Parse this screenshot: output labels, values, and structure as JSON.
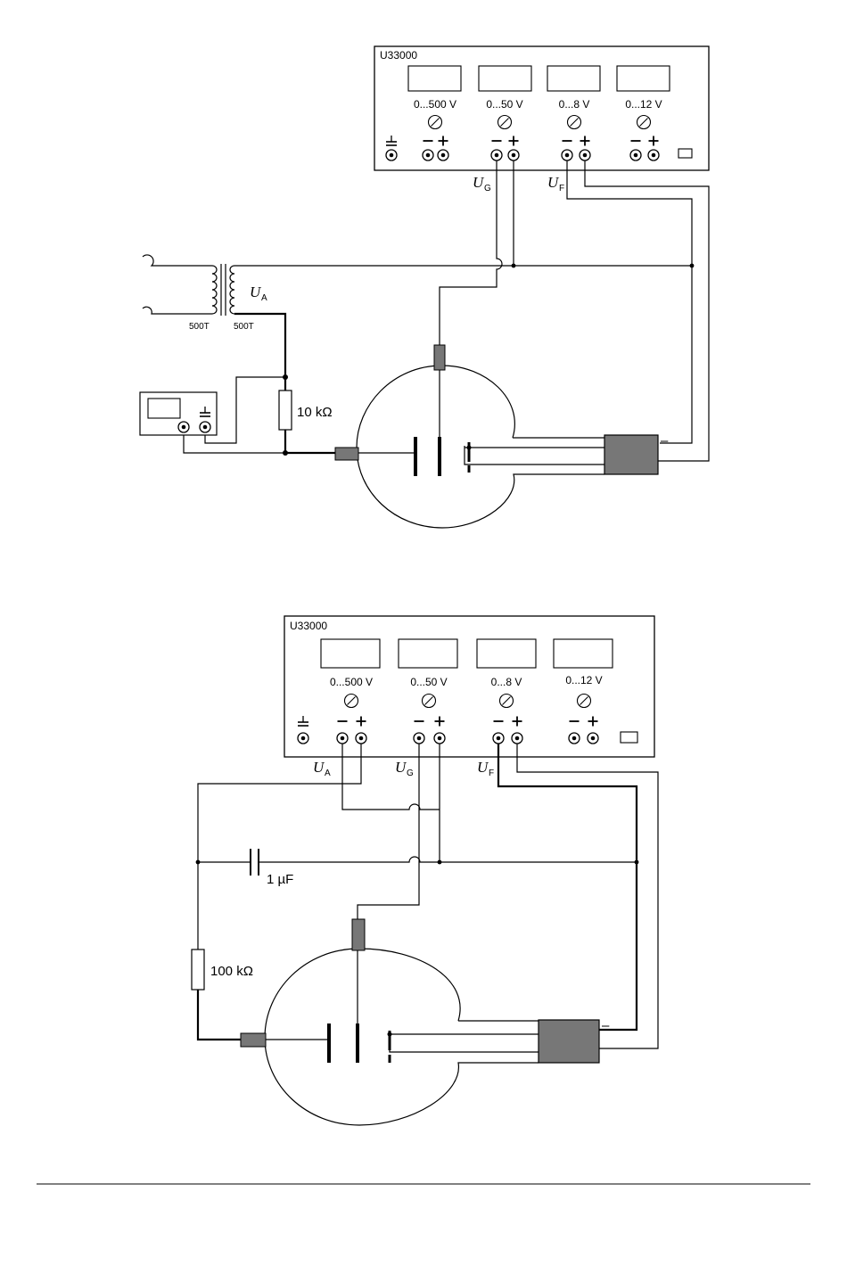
{
  "diagram1": {
    "supply": {
      "model": "U33000",
      "channels": [
        "0...500 V",
        "0...50 V",
        "0...8 V",
        "0...12 V"
      ]
    },
    "labels": {
      "ug": "U",
      "ug_sub": "G",
      "uf": "U",
      "uf_sub": "F",
      "ua": "U",
      "ua_sub": "A",
      "turns_left": "500T",
      "turns_right": "500T",
      "resistor": "10 kΩ",
      "minus": "–"
    }
  },
  "diagram2": {
    "supply": {
      "model": "U33000",
      "channels": [
        "0...500 V",
        "0...50 V",
        "0...8 V",
        "0...12 V"
      ]
    },
    "labels": {
      "ua": "U",
      "ua_sub": "A",
      "ug": "U",
      "ug_sub": "G",
      "uf": "U",
      "uf_sub": "F",
      "capacitor": "1 µF",
      "resistor": "100 kΩ",
      "minus": "–"
    }
  }
}
